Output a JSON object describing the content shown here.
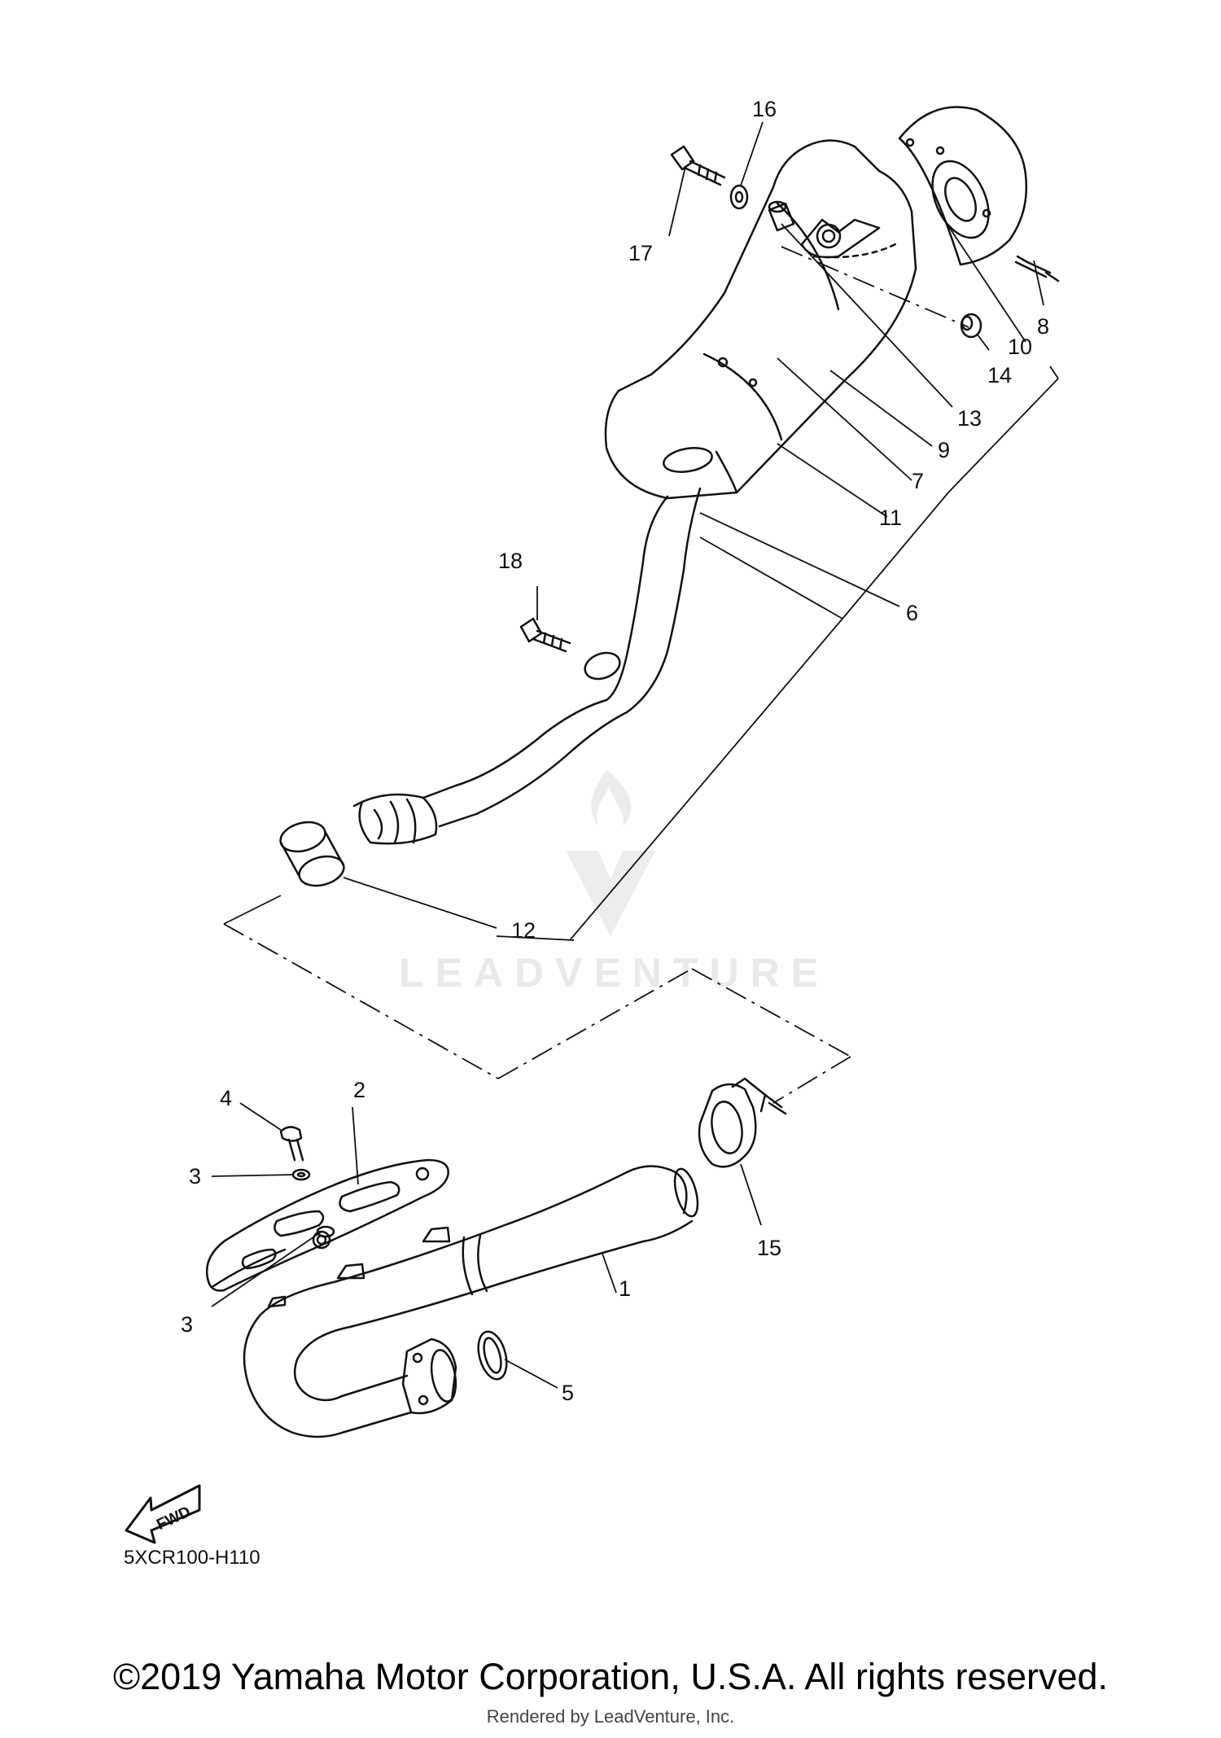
{
  "diagram": {
    "code": "5XCR100-H110",
    "fwd_label": "FWD",
    "watermark": "LEADVENTURE",
    "callouts": [
      {
        "id": "1",
        "label": "1"
      },
      {
        "id": "2",
        "label": "2"
      },
      {
        "id": "3a",
        "label": "3"
      },
      {
        "id": "3b",
        "label": "3"
      },
      {
        "id": "4",
        "label": "4"
      },
      {
        "id": "5",
        "label": "5"
      },
      {
        "id": "6",
        "label": "6"
      },
      {
        "id": "7",
        "label": "7"
      },
      {
        "id": "8",
        "label": "8"
      },
      {
        "id": "9",
        "label": "9"
      },
      {
        "id": "10",
        "label": "10"
      },
      {
        "id": "11",
        "label": "11"
      },
      {
        "id": "12",
        "label": "12"
      },
      {
        "id": "13",
        "label": "13"
      },
      {
        "id": "14",
        "label": "14"
      },
      {
        "id": "15",
        "label": "15"
      },
      {
        "id": "16",
        "label": "16"
      },
      {
        "id": "17",
        "label": "17"
      },
      {
        "id": "18",
        "label": "18"
      }
    ]
  },
  "footer": {
    "copyright": "©2019 Yamaha Motor Corporation, U.S.A. All rights reserved.",
    "rendered_by": "Rendered by LeadVenture, Inc."
  }
}
